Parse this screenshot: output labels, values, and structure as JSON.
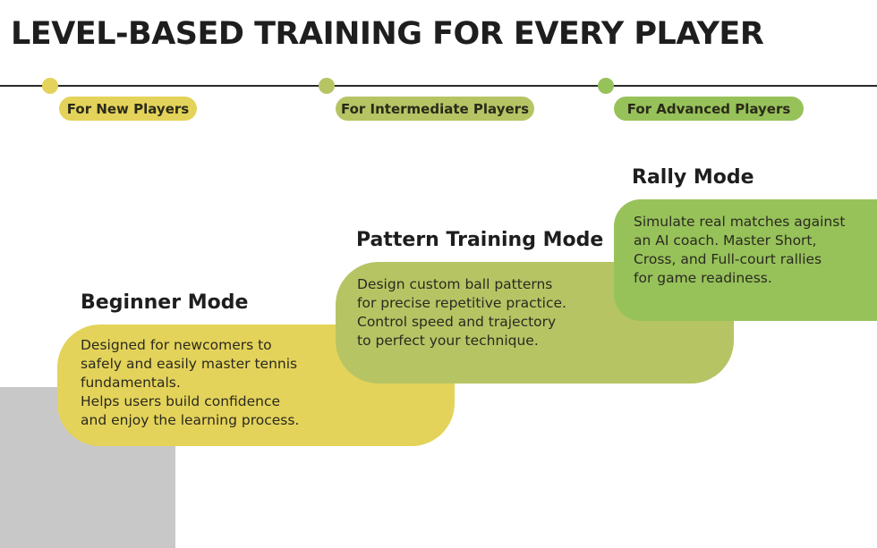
{
  "title": "LEVEL-BASED TRAINING FOR EVERY PLAYER",
  "colors": {
    "beginner": "#e4d35a",
    "intermediate": "#b7c464",
    "advanced": "#97c25a",
    "gray": "#c8c8c8",
    "line": "#2a2a2a"
  },
  "levels": [
    {
      "label": "For New Players"
    },
    {
      "label": "For Intermediate Players"
    },
    {
      "label": "For Advanced Players"
    }
  ],
  "modes": [
    {
      "title": "Beginner Mode",
      "lines": [
        "Designed for newcomers to",
        "safely and easily master tennis",
        "fundamentals.",
        "Helps users build confidence",
        "and enjoy the learning process."
      ]
    },
    {
      "title": "Pattern Training Mode",
      "lines": [
        "Design custom ball patterns",
        "for precise repetitive practice.",
        "Control speed and trajectory",
        "to perfect your technique."
      ]
    },
    {
      "title": "Rally Mode",
      "lines": [
        "Simulate real matches against",
        "an AI coach. Master Short,",
        "Cross, and Full-court rallies",
        "for game readiness."
      ]
    }
  ]
}
